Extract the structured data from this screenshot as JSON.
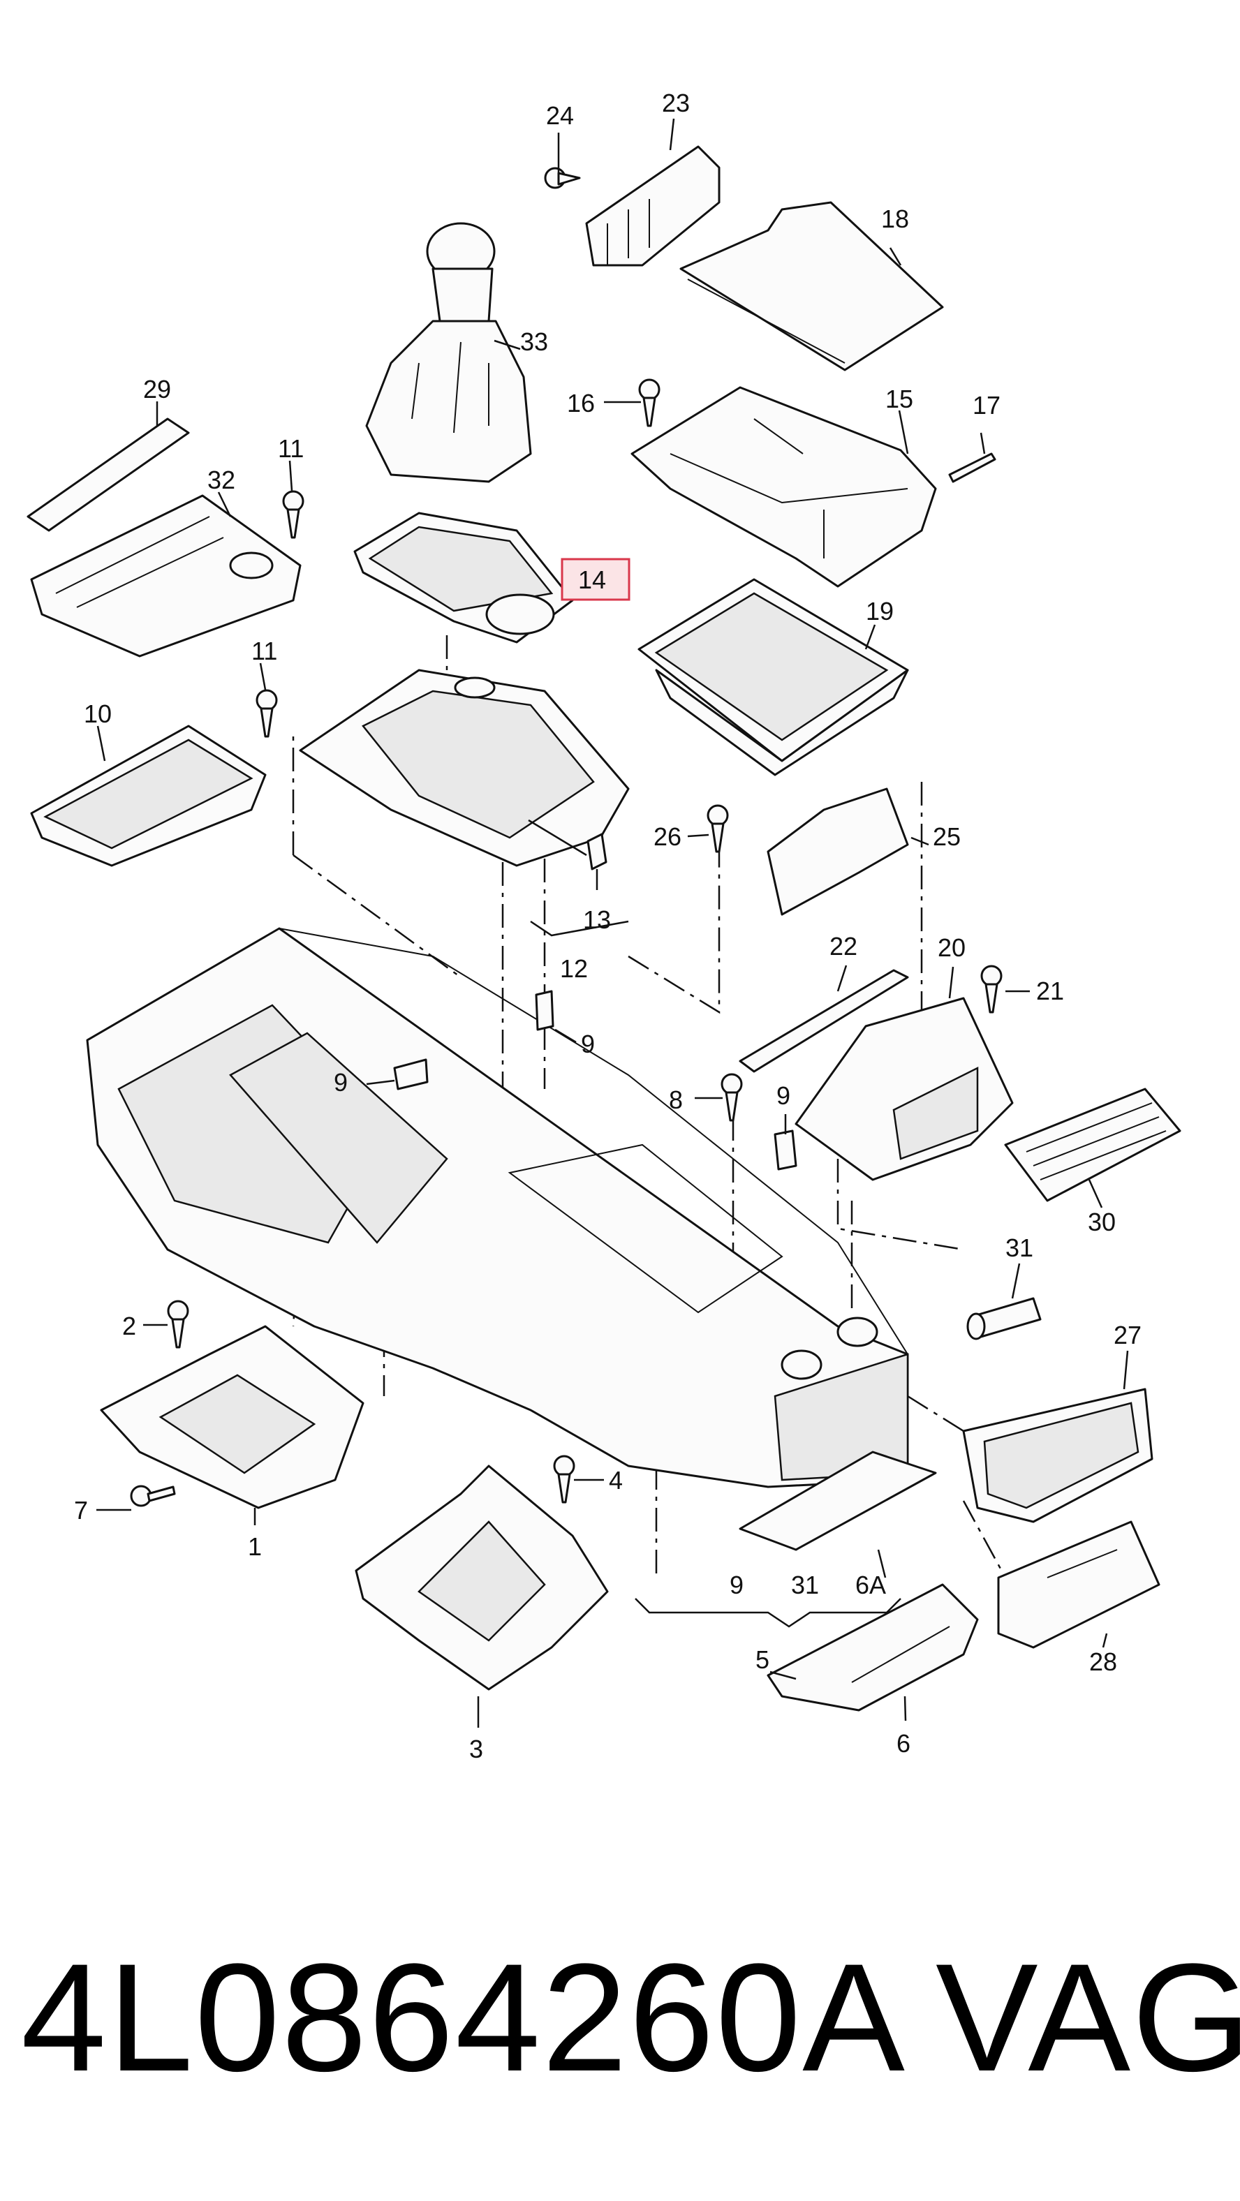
{
  "callouts": {
    "c1": "1",
    "c2": "2",
    "c3": "3",
    "c4": "4",
    "c5": "5",
    "c6": "6",
    "c6a": "6A",
    "c7": "7",
    "c8": "8",
    "c9a": "9",
    "c9b": "9",
    "c9c": "9",
    "c9d": "9",
    "c10": "10",
    "c11a": "11",
    "c11b": "11",
    "c12": "12",
    "c13": "13",
    "c14": "14",
    "c15": "15",
    "c16": "16",
    "c17": "17",
    "c18": "18",
    "c19": "19",
    "c20": "20",
    "c21": "21",
    "c22": "22",
    "c23": "23",
    "c24": "24",
    "c25": "25",
    "c26": "26",
    "c27": "27",
    "c28": "28",
    "c29": "29",
    "c30a": "30",
    "c31a": "31",
    "c31b": "31",
    "c32": "32",
    "c33": "33"
  },
  "highlight_color": "#d9374b",
  "footer": {
    "part_number": "4L0864260A",
    "brand": "VAG"
  }
}
